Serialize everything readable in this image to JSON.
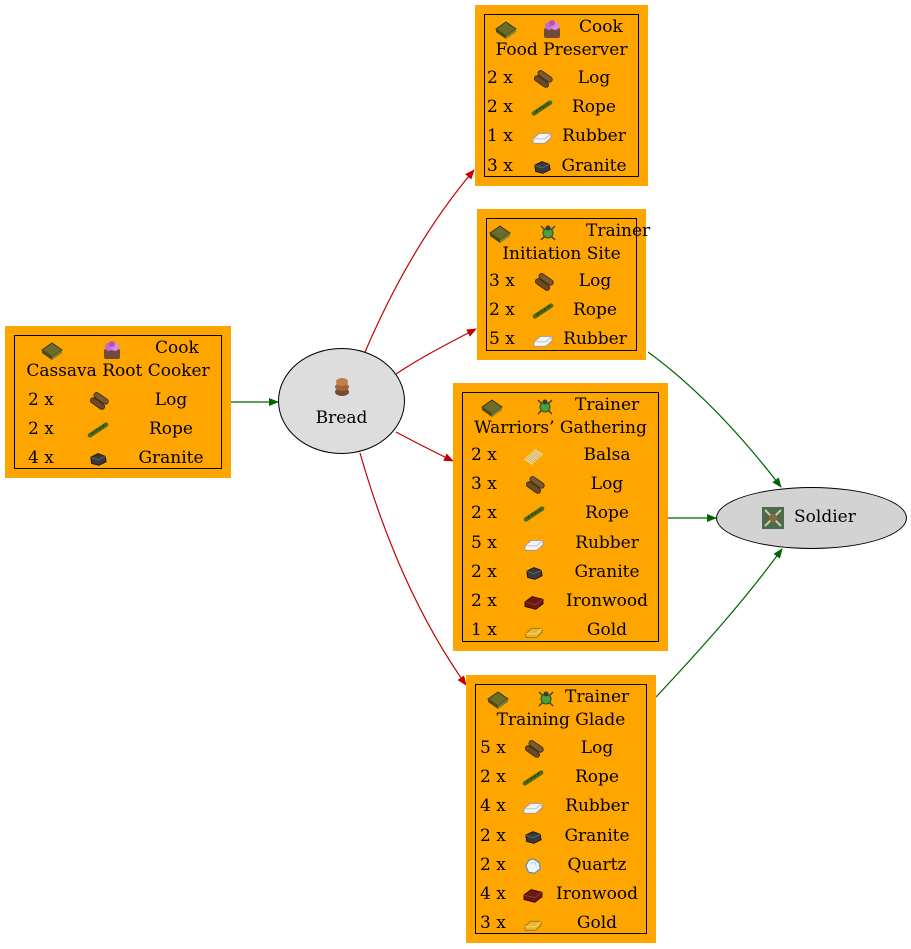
{
  "producer": {
    "type_label": "Cook",
    "name": "Cassava Root Cooker",
    "type_icon": "cook-icon",
    "building_icon": "building-icon",
    "costs": [
      {
        "qty": "2 x",
        "ware": "Log",
        "icon": "log-icon"
      },
      {
        "qty": "2 x",
        "ware": "Rope",
        "icon": "rope-icon"
      },
      {
        "qty": "4 x",
        "ware": "Granite",
        "icon": "granite-icon"
      }
    ]
  },
  "ware": {
    "name": "Bread",
    "icon": "bread-icon"
  },
  "consumers": [
    {
      "type_label": "Cook",
      "name": "Food Preserver",
      "type_icon": "cook-icon",
      "costs": [
        {
          "qty": "2 x",
          "ware": "Log",
          "icon": "log-icon"
        },
        {
          "qty": "2 x",
          "ware": "Rope",
          "icon": "rope-icon"
        },
        {
          "qty": "1 x",
          "ware": "Rubber",
          "icon": "rubber-icon"
        },
        {
          "qty": "3 x",
          "ware": "Granite",
          "icon": "granite-icon"
        }
      ]
    },
    {
      "type_label": "Trainer",
      "name": "Initiation Site",
      "type_icon": "trainer-icon",
      "costs": [
        {
          "qty": "3 x",
          "ware": "Log",
          "icon": "log-icon"
        },
        {
          "qty": "2 x",
          "ware": "Rope",
          "icon": "rope-icon"
        },
        {
          "qty": "5 x",
          "ware": "Rubber",
          "icon": "rubber-icon"
        }
      ]
    },
    {
      "type_label": "Trainer",
      "name": "Warriors’ Gathering",
      "type_icon": "trainer-icon",
      "costs": [
        {
          "qty": "2 x",
          "ware": "Balsa",
          "icon": "balsa-icon"
        },
        {
          "qty": "3 x",
          "ware": "Log",
          "icon": "log-icon"
        },
        {
          "qty": "2 x",
          "ware": "Rope",
          "icon": "rope-icon"
        },
        {
          "qty": "5 x",
          "ware": "Rubber",
          "icon": "rubber-icon"
        },
        {
          "qty": "2 x",
          "ware": "Granite",
          "icon": "granite-icon"
        },
        {
          "qty": "2 x",
          "ware": "Ironwood",
          "icon": "ironwood-icon"
        },
        {
          "qty": "1 x",
          "ware": "Gold",
          "icon": "gold-icon"
        }
      ]
    },
    {
      "type_label": "Trainer",
      "name": "Training Glade",
      "type_icon": "trainer-icon",
      "costs": [
        {
          "qty": "5 x",
          "ware": "Log",
          "icon": "log-icon"
        },
        {
          "qty": "2 x",
          "ware": "Rope",
          "icon": "rope-icon"
        },
        {
          "qty": "4 x",
          "ware": "Rubber",
          "icon": "rubber-icon"
        },
        {
          "qty": "2 x",
          "ware": "Granite",
          "icon": "granite-icon"
        },
        {
          "qty": "2 x",
          "ware": "Quartz",
          "icon": "quartz-icon"
        },
        {
          "qty": "4 x",
          "ware": "Ironwood",
          "icon": "ironwood-icon"
        },
        {
          "qty": "3 x",
          "ware": "Gold",
          "icon": "gold-icon"
        }
      ]
    }
  ],
  "output": {
    "name": "Soldier",
    "icon": "soldier-icon"
  },
  "colors": {
    "node_fill": "#ffa500",
    "ware_fill": "#dddddd",
    "output_fill": "#d3d3d3",
    "produce_edge": "#006400",
    "consume_edge": "#c00000"
  }
}
